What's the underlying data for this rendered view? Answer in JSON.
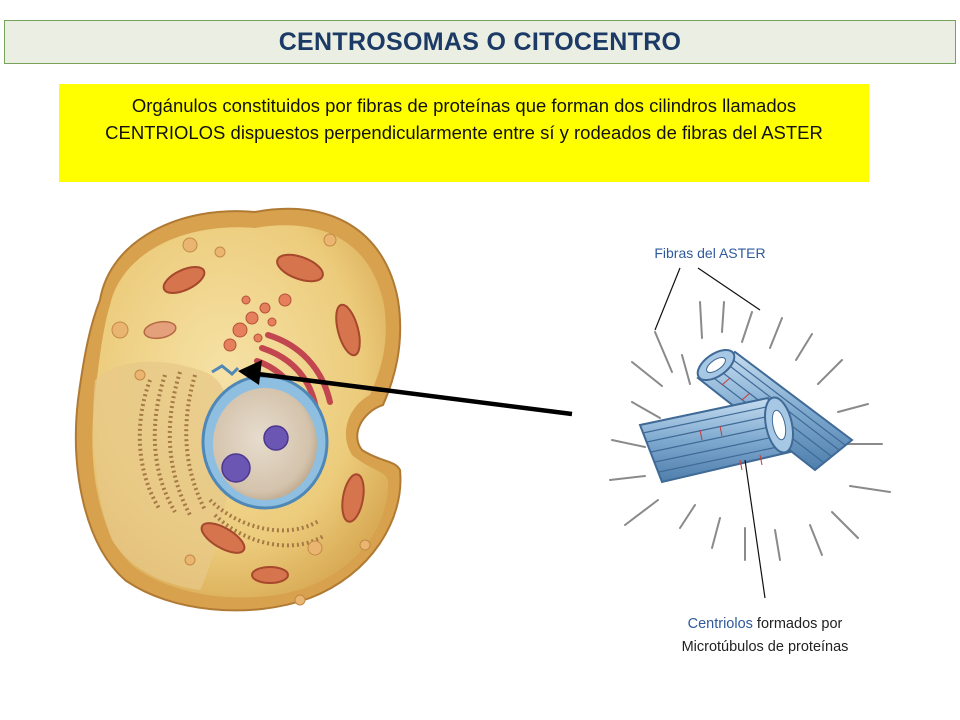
{
  "title": "CENTROSOMAS O CITOCENTRO",
  "description": "Orgánulos constituidos por fibras de proteínas  que forman dos cilindros llamados CENTRIOLOS dispuestos perpendicularmente entre sí y  rodeados de fibras del ASTER",
  "labels": {
    "aster": "Fibras del ASTER",
    "centriolos_keyword": "Centriolos",
    "centriolos_rest": " formados por",
    "microtubulos": "Microtúbulos de proteínas"
  },
  "colors": {
    "title_text": "#1b3a66",
    "title_bg": "#ebeee2",
    "title_border": "#77a35a",
    "highlight_bg": "#ffff00",
    "label_blue": "#2e5a9c",
    "cytoplasm": "#e8c46a",
    "nucleus": "#b9d8ee",
    "centriole": "#7ea9cf"
  }
}
